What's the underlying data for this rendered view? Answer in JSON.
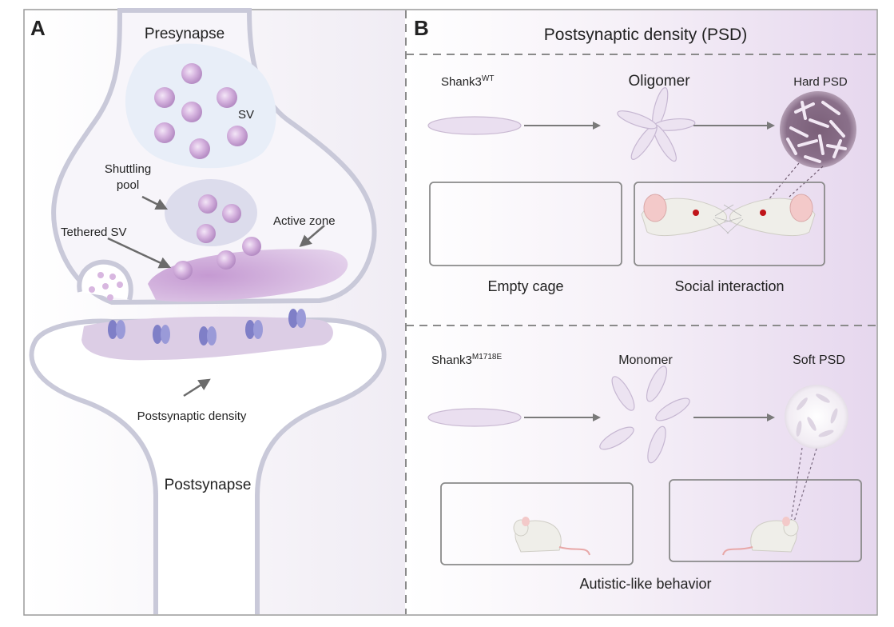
{
  "panel_a": {
    "letter": "A",
    "presynapse": "Presynapse",
    "sv": "SV",
    "shuttling_pool_line1": "Shuttling",
    "shuttling_pool_line2": "pool",
    "active_zone": "Active zone",
    "tethered_sv": "Tethered SV",
    "postsynaptic_density": "Postsynaptic density",
    "postsynapse": "Postsynapse"
  },
  "panel_b": {
    "letter": "B",
    "title": "Postsynaptic density (PSD)",
    "wt": {
      "gene": "Shank3",
      "superscript": "WT",
      "state": "Oligomer",
      "psd": "Hard PSD",
      "cage_left": "Empty cage",
      "cage_right": "Social interaction"
    },
    "mutant": {
      "gene": "Shank3",
      "superscript": "M1718E",
      "state": "Monomer",
      "psd": "Soft PSD",
      "behavior": "Autistic-like behavior"
    }
  },
  "colors": {
    "membrane": "#c9c9d9",
    "vesicle": "#c9a6d6",
    "active_zone": "#b98bc6",
    "receptor": "#7f7fc7",
    "panel_b_bg": "#f1eaf5",
    "hard_psd": "#6f5a6f",
    "arrow": "#6b6b6b"
  }
}
